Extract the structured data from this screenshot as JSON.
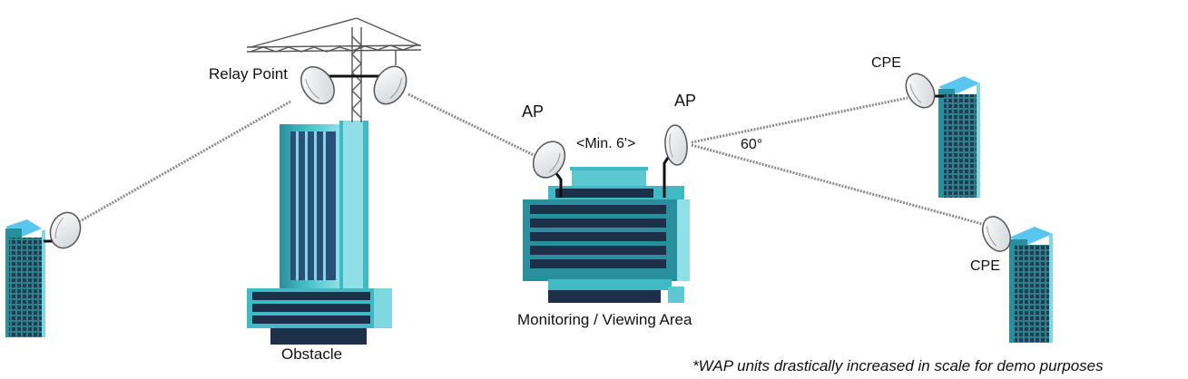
{
  "labels": {
    "relay_point": "Relay Point",
    "ap_left": "AP",
    "ap_right": "AP",
    "min_spacing": "<Min. 6'>",
    "angle": "60°",
    "cpe_top": "CPE",
    "cpe_bottom": "CPE",
    "monitoring_area": "Monitoring / Viewing Area",
    "obstacle": "Obstacle",
    "footnote": "*WAP units drastically increased in scale for demo purposes"
  },
  "colors": {
    "building_teal": "#3fb9c4",
    "building_light": "#7fd8e0",
    "building_dark": "#2b4f7a",
    "window_dark": "#1e2f4a",
    "roof_blue": "#59c6ee",
    "link_line": "#8a8a8a",
    "crane": "#555555"
  },
  "icons": [
    "wireless-access-point-icon",
    "tower-crane-icon",
    "office-building-icon"
  ]
}
